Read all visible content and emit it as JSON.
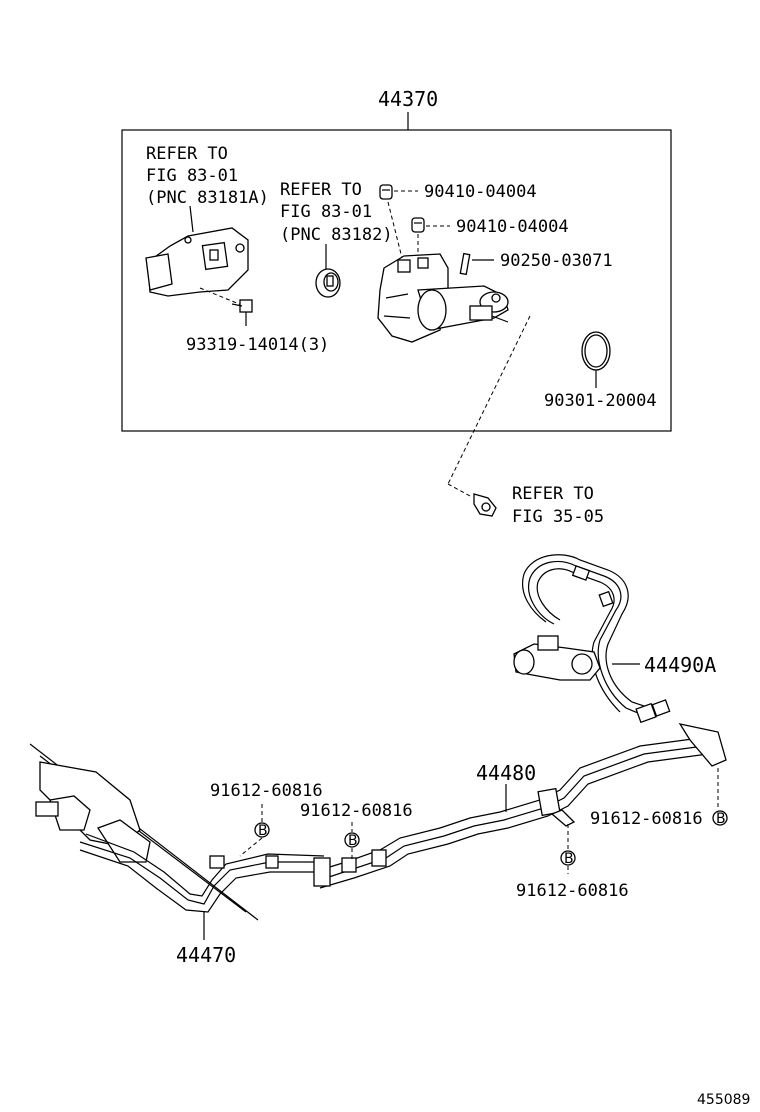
{
  "diagram": {
    "assembly_label": "44370",
    "refer_left": [
      "REFER TO",
      "FIG 83-01",
      "(PNC 83181A)"
    ],
    "refer_mid": [
      "REFER TO",
      "FIG 83-01",
      "(PNC 83182)"
    ],
    "refer_bolt": [
      "REFER TO",
      "FIG 35-05"
    ],
    "parts": {
      "p90410_a": "90410-04004",
      "p90410_b": "90410-04004",
      "p90250": "90250-03071",
      "p93319": "93319-14014(3)",
      "p90301": "90301-20004",
      "p44490A": "44490A",
      "p44480": "44480",
      "p44470": "44470",
      "p91612_a": "91612-60816",
      "p91612_b": "91612-60816",
      "p91612_c": "91612-60816",
      "p91612_d": "91612-60816"
    },
    "bolt_marker": "B",
    "drawing_id": "455089"
  }
}
